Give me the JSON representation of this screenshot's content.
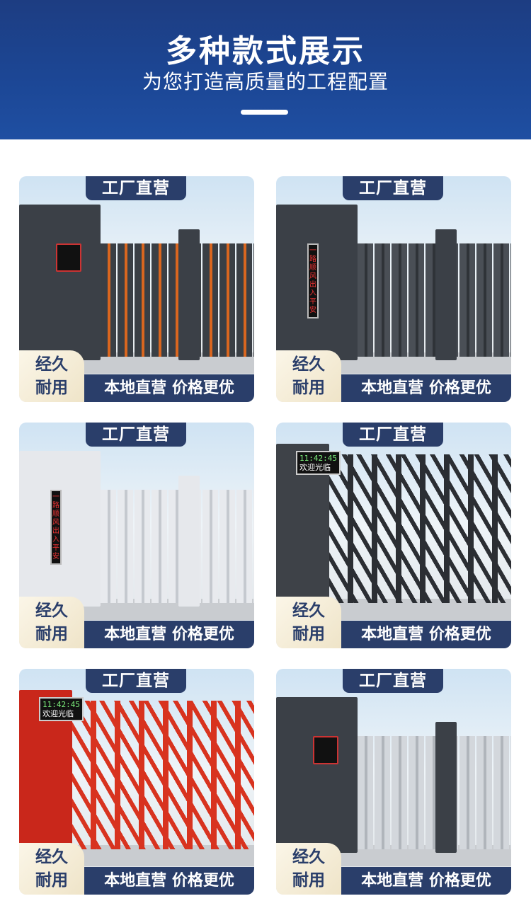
{
  "header": {
    "title": "多种款式展示",
    "subtitle": "为您打造高质量的工程配置"
  },
  "cards": [
    {
      "tab": "工厂直营",
      "badge_line1": "经久",
      "badge_line2": "耐用",
      "bottom": "本地直营 价格更优",
      "style": "dark-orange",
      "colors": {
        "bar": "#3a3f45",
        "accent": "#d9661f",
        "pillar": "#3b4047"
      }
    },
    {
      "tab": "工厂直营",
      "badge_line1": "经久",
      "badge_line2": "耐用",
      "bottom": "本地直营 价格更优",
      "style": "dark-gray",
      "led": "一路顺风出入平安",
      "colors": {
        "bar": "#4a4f56",
        "accent": "#2f3338",
        "pillar": "#3b4047"
      }
    },
    {
      "tab": "工厂直营",
      "badge_line1": "经久",
      "badge_line2": "耐用",
      "bottom": "本地直营 价格更优",
      "style": "white",
      "led": "一路顺风出入平安",
      "colors": {
        "bar": "#e8eaee",
        "accent": "#c5c9cf",
        "pillar": "#e6e8ec"
      }
    },
    {
      "tab": "工厂直营",
      "badge_line1": "经久",
      "badge_line2": "耐用",
      "bottom": "本地直营 价格更优",
      "style": "black-cross",
      "led_time": "11:42:45",
      "led_text": "欢迎光临",
      "colors": {
        "bar": "#2b2e33",
        "accent": "#d9661f",
        "pillar": "#3e4248"
      }
    },
    {
      "tab": "工厂直营",
      "badge_line1": "经久",
      "badge_line2": "耐用",
      "bottom": "本地直营 价格更优",
      "style": "red-cross",
      "led_time": "11:42:45",
      "led_text": "欢迎光临",
      "colors": {
        "bar": "#d8331f",
        "accent": "#b52014",
        "pillar": "#c9271b"
      }
    },
    {
      "tab": "工厂直营",
      "badge_line1": "经久",
      "badge_line2": "耐用",
      "bottom": "本地直营 价格更优",
      "style": "silver",
      "colors": {
        "bar": "#d3d7dc",
        "accent": "#b0b5bb",
        "pillar": "#3b4047"
      }
    }
  ]
}
